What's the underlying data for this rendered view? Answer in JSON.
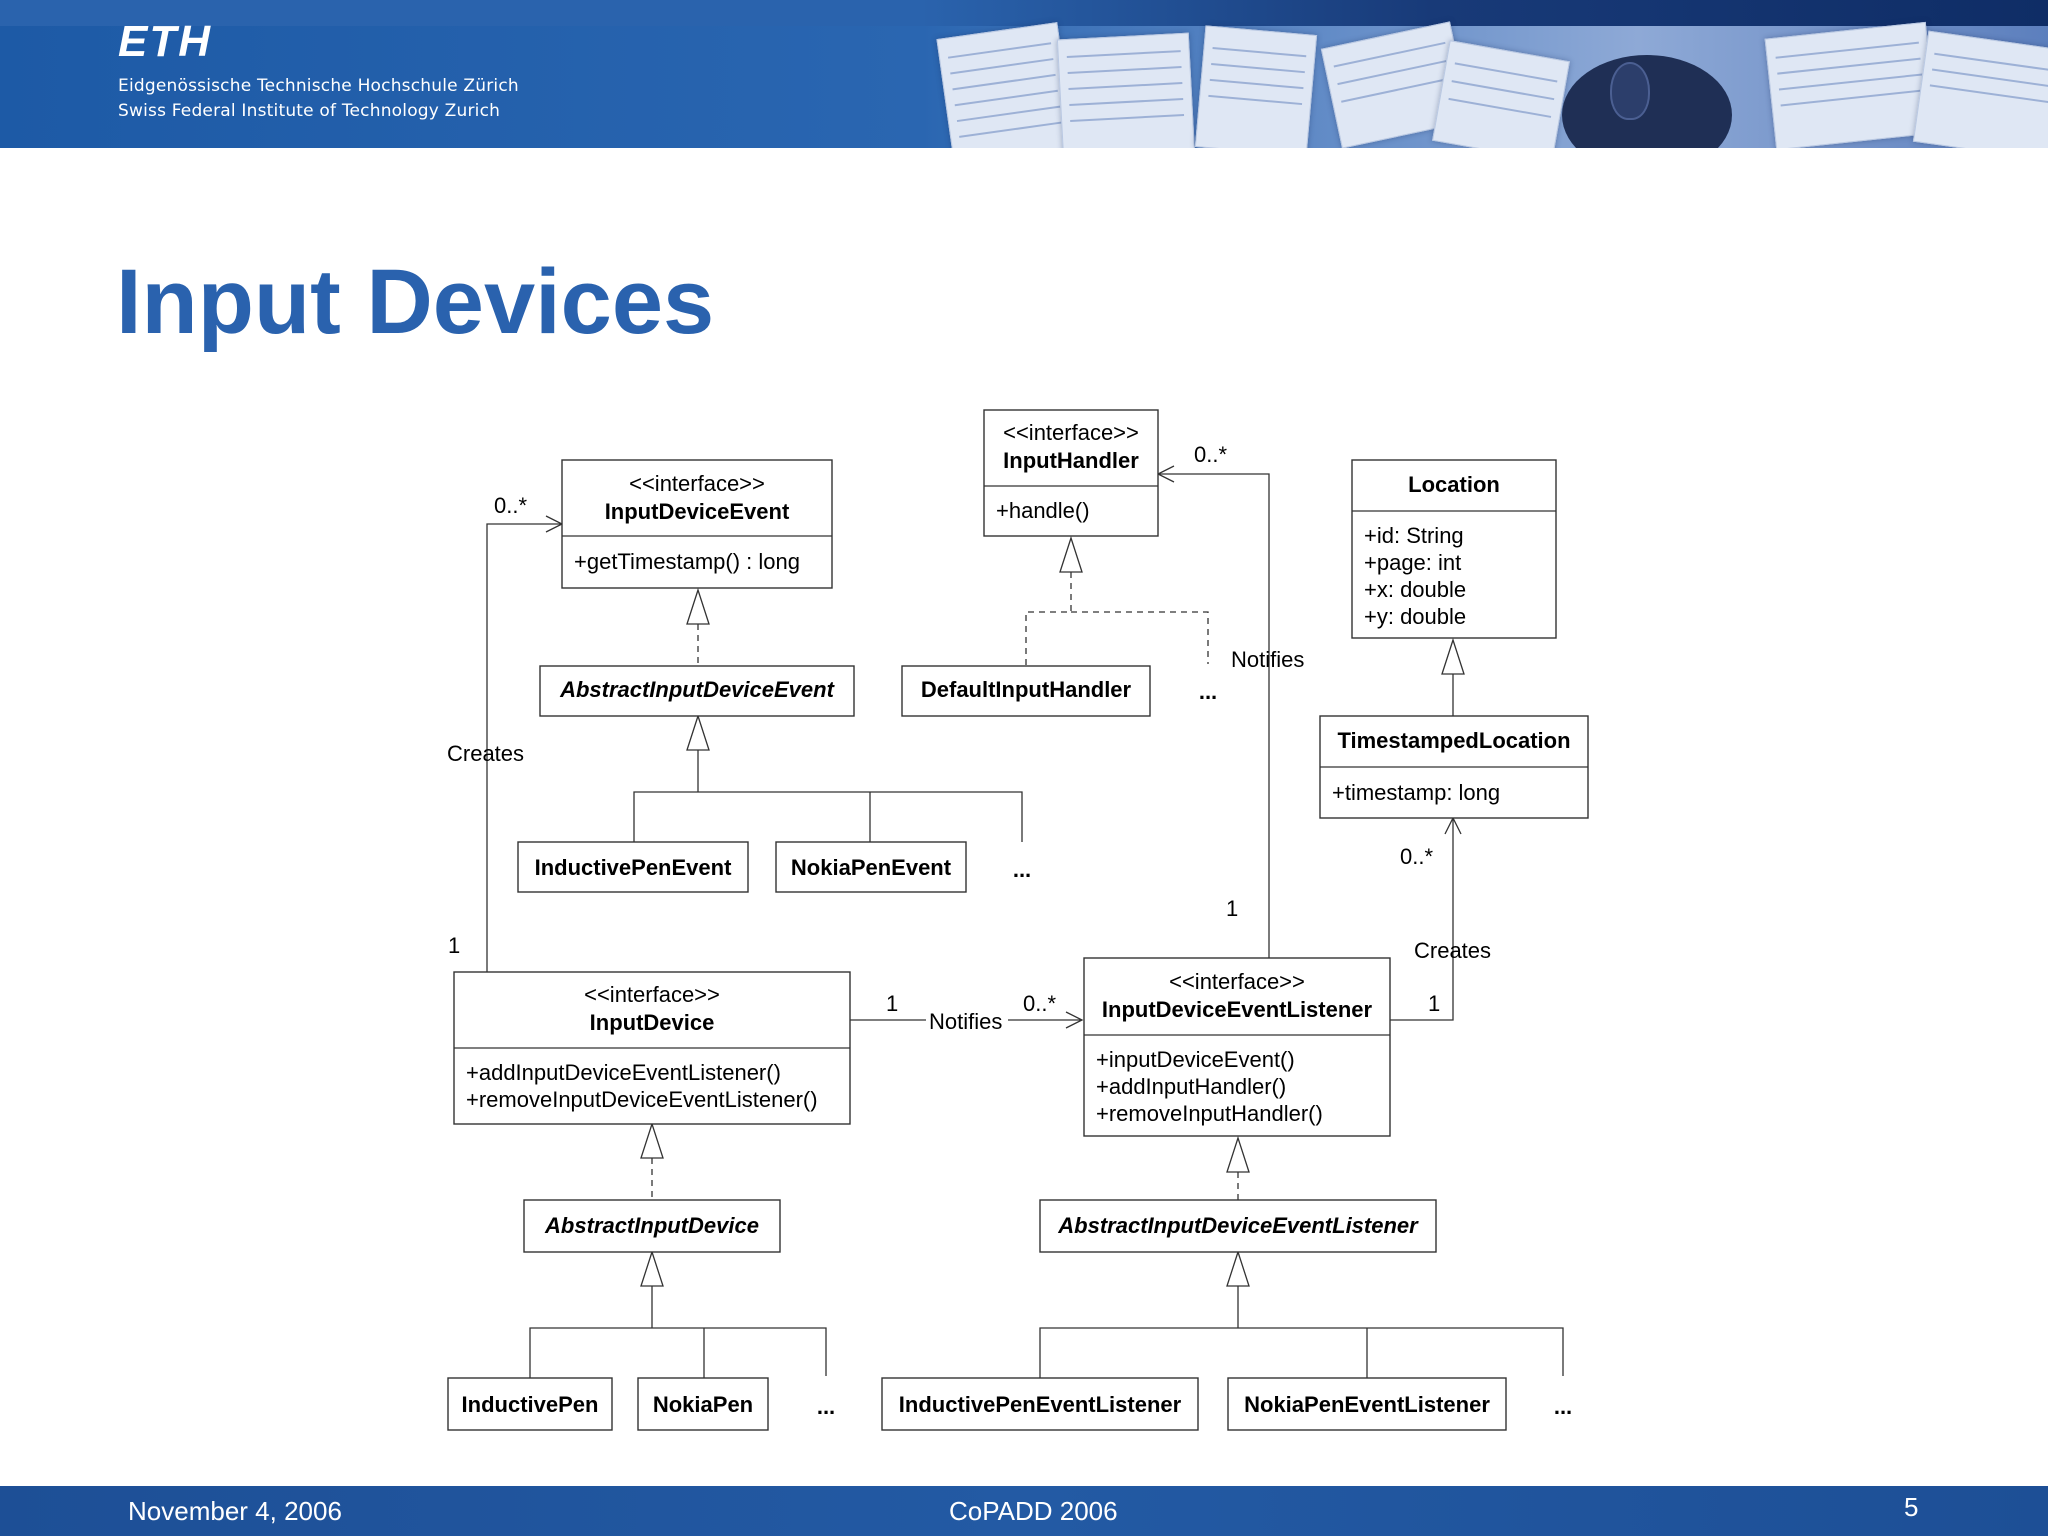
{
  "header": {
    "logo_text": "ETH",
    "institution_de": "Eidgenössische Technische Hochschule Zürich",
    "institution_en": "Swiss Federal Institute of Technology Zurich"
  },
  "slide": {
    "title": "Input Devices"
  },
  "diagram": {
    "input_device_event": {
      "stereotype": "<<interface>>",
      "name": "InputDeviceEvent",
      "methods": [
        "+getTimestamp() : long"
      ]
    },
    "abstract_input_device_event": {
      "name": "AbstractInputDeviceEvent"
    },
    "inductive_pen_event": {
      "name": "InductivePenEvent"
    },
    "nokia_pen_event": {
      "name": "NokiaPenEvent"
    },
    "input_handler": {
      "stereotype": "<<interface>>",
      "name": "InputHandler",
      "methods": [
        "+handle()"
      ]
    },
    "default_input_handler": {
      "name": "DefaultInputHandler"
    },
    "location": {
      "name": "Location",
      "attributes": [
        "+id: String",
        "+page: int",
        "+x: double",
        "+y: double"
      ]
    },
    "timestamped_location": {
      "name": "TimestampedLocation",
      "attributes": [
        "+timestamp: long"
      ]
    },
    "input_device": {
      "stereotype": "<<interface>>",
      "name": "InputDevice",
      "methods": [
        "+addInputDeviceEventListener()",
        "+removeInputDeviceEventListener()"
      ]
    },
    "abstract_input_device": {
      "name": "AbstractInputDevice"
    },
    "inductive_pen": {
      "name": "InductivePen"
    },
    "nokia_pen": {
      "name": "NokiaPen"
    },
    "input_device_event_listener": {
      "stereotype": "<<interface>>",
      "name": "InputDeviceEventListener",
      "methods": [
        "+inputDeviceEvent()",
        "+addInputHandler()",
        "+removeInputHandler()"
      ]
    },
    "abstract_input_device_event_listener": {
      "name": "AbstractInputDeviceEventListener"
    },
    "inductive_pen_event_listener": {
      "name": "InductivePenEventListener"
    },
    "nokia_pen_event_listener": {
      "name": "NokiaPenEventListener"
    },
    "ellipsis": "...",
    "labels": {
      "creates": "Creates",
      "notifies": "Notifies",
      "one": "1",
      "many": "0..*"
    }
  },
  "footer": {
    "date": "November 4, 2006",
    "event": "CoPADD  2006",
    "page_number": "5"
  }
}
